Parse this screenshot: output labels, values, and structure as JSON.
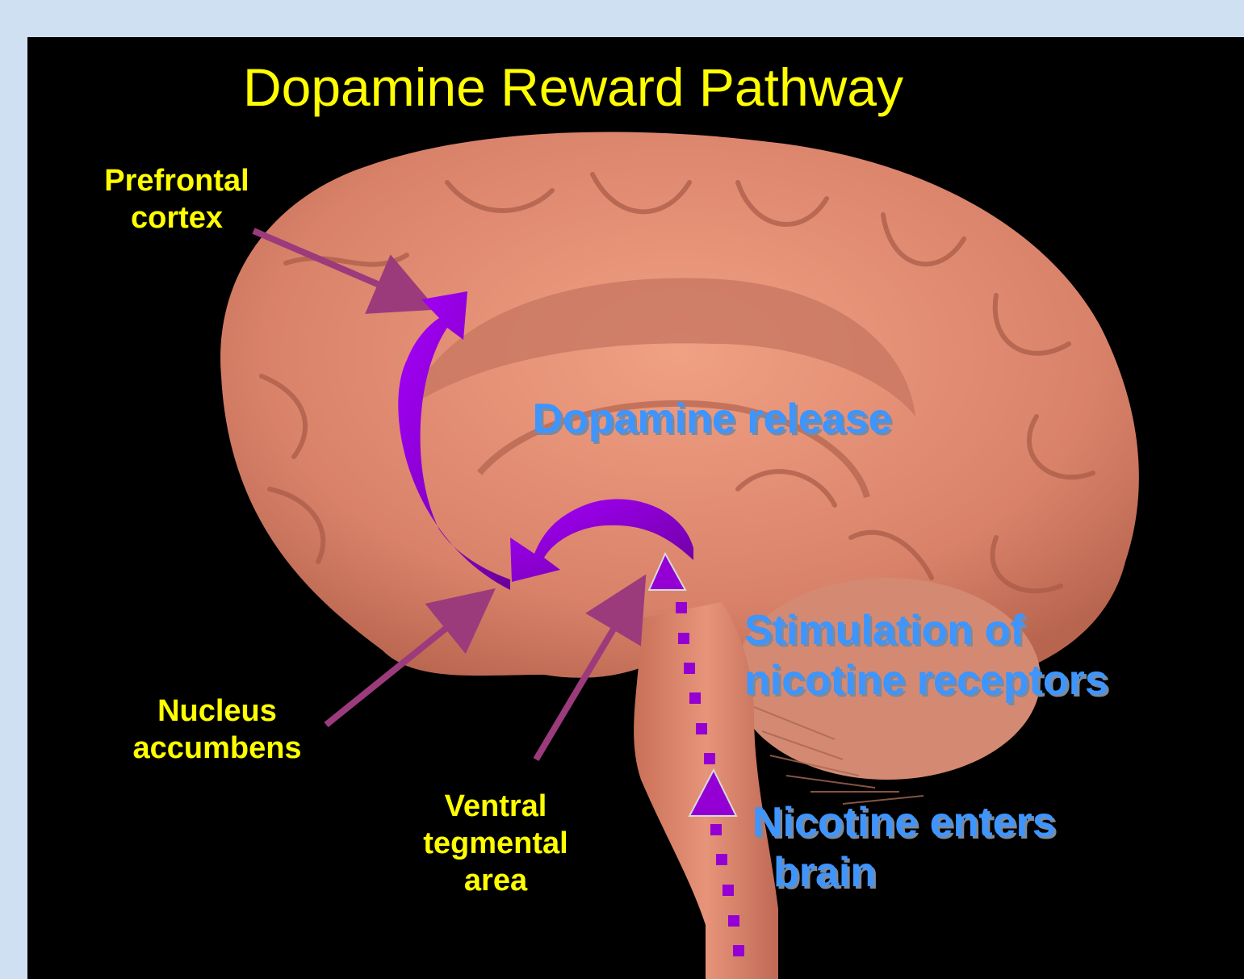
{
  "title": "Dopamine Reward Pathway",
  "labels": {
    "prefrontal_cortex": [
      "Prefrontal",
      "cortex"
    ],
    "nucleus_accumbens": [
      "Nucleus",
      "accumbens"
    ],
    "ventral_tegmental_area": [
      "Ventral",
      "tegmental",
      "area"
    ],
    "dopamine_release": "Dopamine release",
    "stimulation": [
      "Stimulation of",
      "nicotine receptors"
    ],
    "nicotine_enters": [
      "Nicotine enters",
      "brain"
    ]
  },
  "colors": {
    "background": "#000000",
    "frame": "#cfe0f3",
    "brain": "#e08a6e",
    "label_yellow": "#ffff00",
    "label_blue": "#3d95ff",
    "pointer_arrow": "#9b3b7c",
    "dopamine_arrow": "#8a00c8",
    "nicotine_dash": "#9400d3"
  }
}
